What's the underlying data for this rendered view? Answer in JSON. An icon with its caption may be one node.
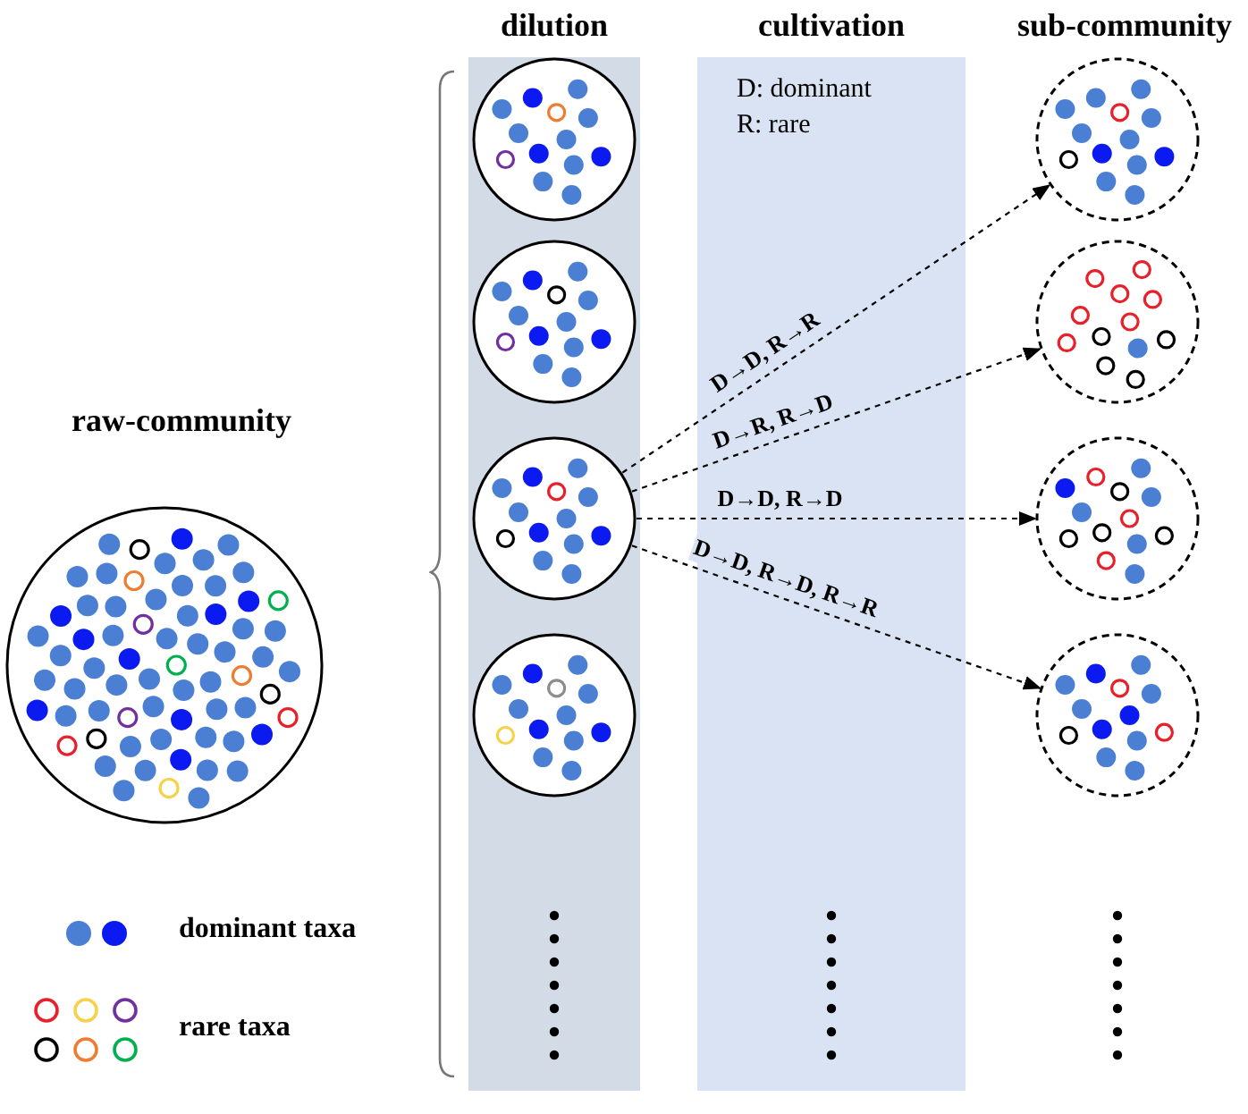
{
  "diagram": {
    "nodes": [
      {
        "text": [
          "raw-community"
        ]
      },
      {
        "text": [
          "dilution"
        ]
      },
      {
        "text": [],
        "shape": "circle",
        "in": 1
      },
      {
        "text": [],
        "shape": "circle",
        "in": 1
      },
      {
        "text": [],
        "shape": "circle",
        "in": 1
      },
      {
        "text": [],
        "shape": "circle",
        "in": 1
      },
      {
        "text": [],
        "shape": "circle"
      },
      {
        "text": [],
        "shape": "circle"
      },
      {
        "text": [],
        "shape": "circle"
      },
      {
        "text": [],
        "shape": "circle"
      }
    ],
    "edges": [
      {
        "from": 4,
        "to": 6,
        "arrow": "to",
        "style": "dashed",
        "label": "D→D, R→R"
      },
      {
        "from": 4,
        "to": 7,
        "arrow": "to",
        "style": "dashed",
        "label": "D→R, R→D"
      },
      {
        "from": 4,
        "to": 8,
        "arrow": "to",
        "style": "dashed",
        "label": "D→D, R→D"
      },
      {
        "from": 4,
        "to": 9,
        "arrow": "to",
        "style": "dashed",
        "label": "D→D, R→D, R→R"
      }
    ],
    "labels": [
      "cultivation",
      "D: dominant",
      "R: rare",
      "sub-community"
    ],
    "legend": [
      {
        "text": "dominant taxa"
      },
      {
        "text": "rare taxa"
      }
    ]
  }
}
